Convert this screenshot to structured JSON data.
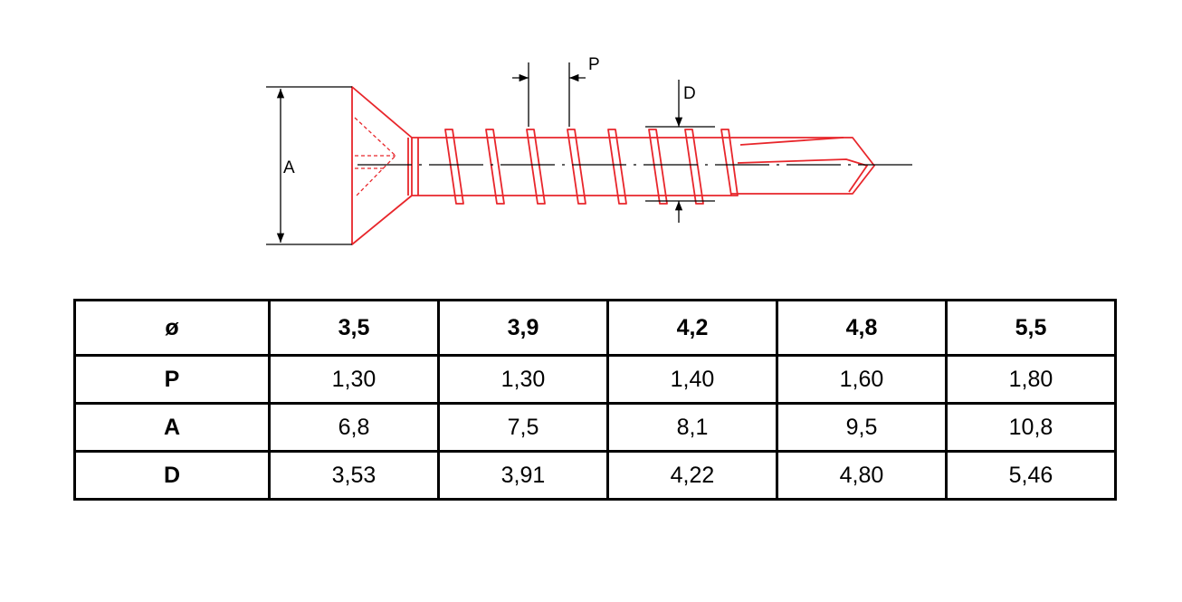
{
  "diagram": {
    "labels": {
      "a": "A",
      "p": "P",
      "d": "D"
    },
    "colors": {
      "screw": "#e8262b",
      "dimension": "#000000"
    }
  },
  "table": {
    "header": [
      "ø",
      "3,5",
      "3,9",
      "4,2",
      "4,8",
      "5,5"
    ],
    "rows": [
      {
        "label": "P",
        "values": [
          "1,30",
          "1,30",
          "1,40",
          "1,60",
          "1,80"
        ]
      },
      {
        "label": "A",
        "values": [
          "6,8",
          "7,5",
          "8,1",
          "9,5",
          "10,8"
        ]
      },
      {
        "label": "D",
        "values": [
          "3,53",
          "3,91",
          "4,22",
          "4,80",
          "5,46"
        ]
      }
    ]
  }
}
